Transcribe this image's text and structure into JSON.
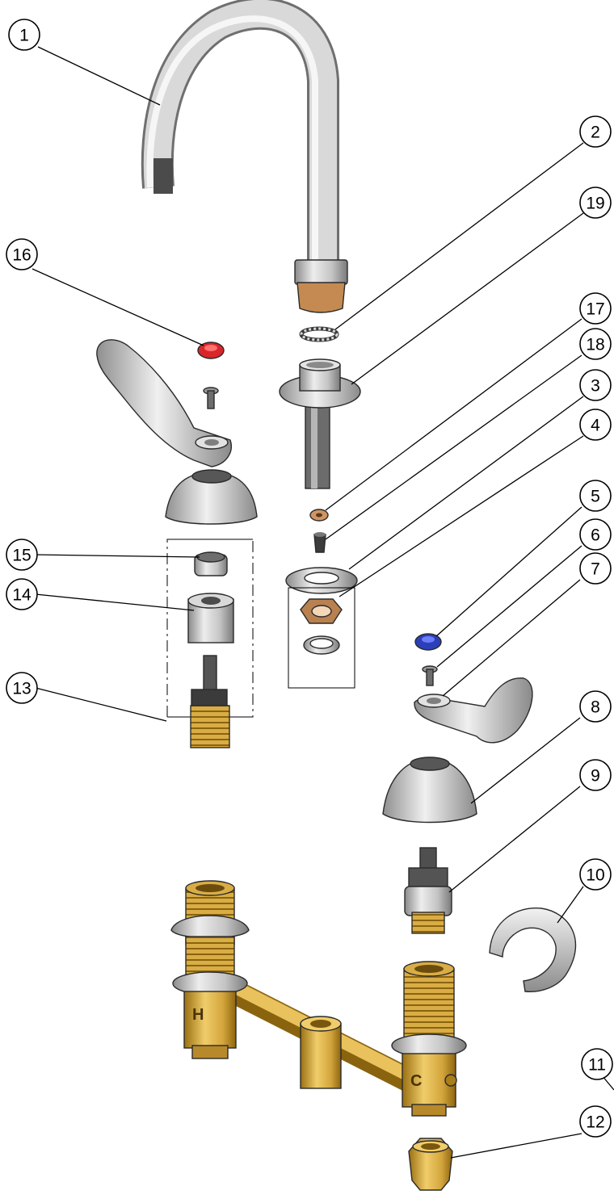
{
  "figure": {
    "callouts": [
      {
        "id": "c1",
        "label": "1"
      },
      {
        "id": "c2",
        "label": "2"
      },
      {
        "id": "c19",
        "label": "19"
      },
      {
        "id": "c16",
        "label": "16"
      },
      {
        "id": "c17",
        "label": "17"
      },
      {
        "id": "c18",
        "label": "18"
      },
      {
        "id": "c3",
        "label": "3"
      },
      {
        "id": "c4",
        "label": "4"
      },
      {
        "id": "c5",
        "label": "5"
      },
      {
        "id": "c6",
        "label": "6"
      },
      {
        "id": "c7",
        "label": "7"
      },
      {
        "id": "c15",
        "label": "15"
      },
      {
        "id": "c14",
        "label": "14"
      },
      {
        "id": "c13",
        "label": "13"
      },
      {
        "id": "c8",
        "label": "8"
      },
      {
        "id": "c9",
        "label": "9"
      },
      {
        "id": "c10",
        "label": "10"
      },
      {
        "id": "c11",
        "label": "11"
      },
      {
        "id": "c12",
        "label": "12"
      }
    ],
    "part_marks": {
      "hot_letter": "H",
      "cold_letter": "C"
    },
    "colors": {
      "chrome_light": "#e6e6e6",
      "chrome_mid": "#b9b9b9",
      "chrome_dark": "#7d7d7d",
      "brass_light": "#e8c25a",
      "brass_dark": "#a87d1a",
      "copper": "#c98a55",
      "hot_red": "#d8262a",
      "cold_blue": "#2b3fb8",
      "outline": "#2a2a2a"
    }
  }
}
